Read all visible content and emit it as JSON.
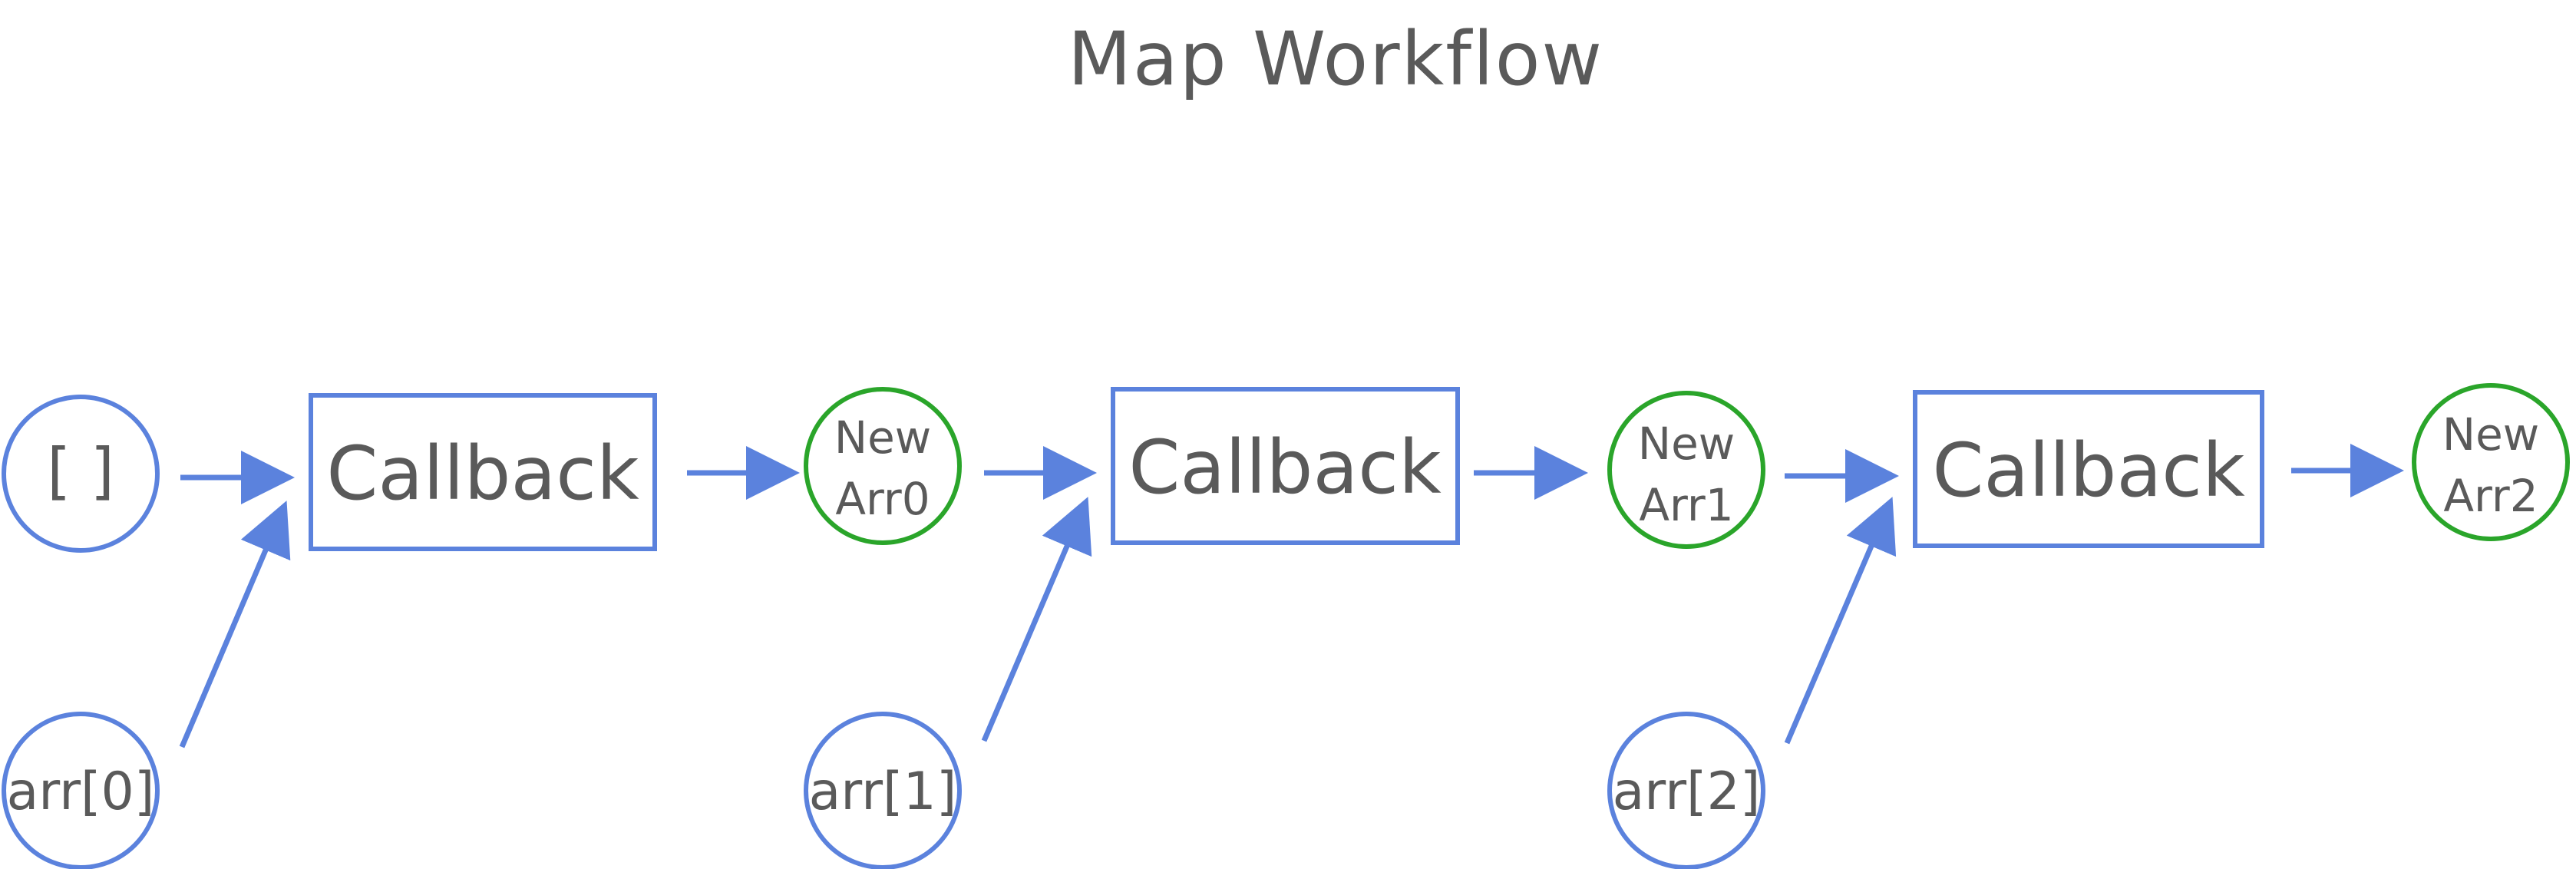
{
  "title": "Map Workflow",
  "colors": {
    "input_node": "#5b82dd",
    "output_node": "#2aa52a",
    "box": "#5b82dd",
    "arrow": "#5b82dd",
    "text": "#5a5a5a"
  },
  "nodes": {
    "empty_array": "[ ]",
    "inputs": [
      "arr[0]",
      "arr[1]",
      "arr[2]"
    ],
    "callbacks": [
      "Callback",
      "Callback",
      "Callback"
    ],
    "outputs": [
      {
        "line1": "New",
        "line2": "Arr0"
      },
      {
        "line1": "New",
        "line2": "Arr1"
      },
      {
        "line1": "New",
        "line2": "Arr2"
      }
    ]
  }
}
